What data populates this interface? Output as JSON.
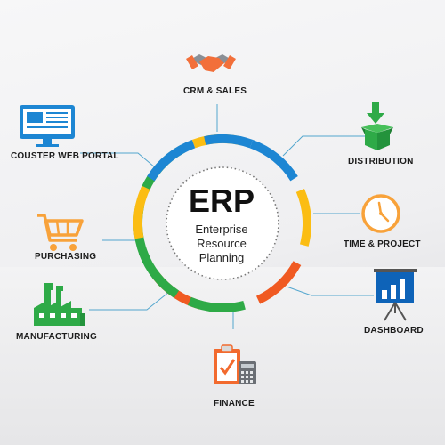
{
  "center": {
    "title": "ERP",
    "subtitle_lines": [
      "Enterprise",
      "Resource",
      "Planning"
    ]
  },
  "modules": [
    {
      "label": "CRM  & SALES",
      "icon": "handshake-icon"
    },
    {
      "label": "DISTRIBUTION",
      "icon": "package-icon"
    },
    {
      "label": "TIME & PROJECT",
      "icon": "clock-icon"
    },
    {
      "label": "DASHBOARD",
      "icon": "presentation-board-icon"
    },
    {
      "label": "FINANCE",
      "icon": "calculator-clipboard-icon"
    },
    {
      "label": "MANUFACTURING",
      "icon": "factory-icon"
    },
    {
      "label": "PURCHASING",
      "icon": "shopping-cart-icon"
    },
    {
      "label": "COUSTER WEB PORTAL",
      "icon": "monitor-icon"
    }
  ],
  "colors": {
    "orange": "#f05a22",
    "green": "#2eaa47",
    "yellow": "#fbbd13",
    "blue": "#1d86d3",
    "connector": "#1e8dc2"
  }
}
